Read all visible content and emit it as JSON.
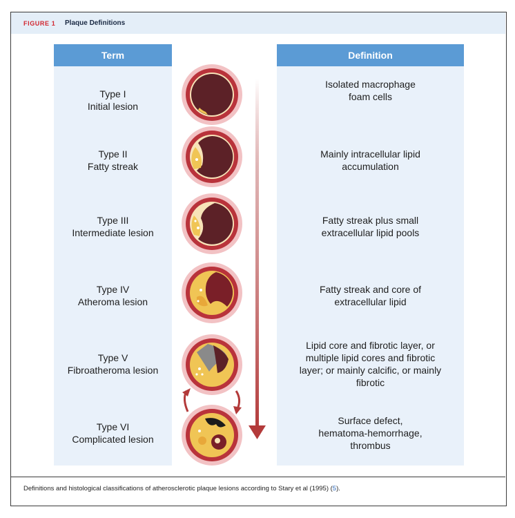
{
  "figure": {
    "label": "FIGURE 1",
    "title": "Plaque Definitions"
  },
  "columns": {
    "term_header": "Term",
    "definition_header": "Definition"
  },
  "rows": [
    {
      "term_line1": "Type I",
      "term_line2": "Initial lesion",
      "definition": [
        "Isolated macrophage",
        "foam cells"
      ]
    },
    {
      "term_line1": "Type II",
      "term_line2": "Fatty streak",
      "definition": [
        "Mainly intracellular lipid",
        "accumulation"
      ]
    },
    {
      "term_line1": "Type III",
      "term_line2": "Intermediate lesion",
      "definition": [
        "Fatty streak plus small",
        "extracellular lipid pools"
      ]
    },
    {
      "term_line1": "Type IV",
      "term_line2": "Atheroma lesion",
      "definition": [
        "Fatty streak and core of",
        "extracellular lipid"
      ]
    },
    {
      "term_line1": "Type V",
      "term_line2": "Fibroatheroma lesion",
      "definition": [
        "Lipid core and fibrotic layer, or",
        "multiple lipid cores and fibrotic",
        "layer; or mainly calcific, or mainly",
        "fibrotic"
      ]
    },
    {
      "term_line1": "Type VI",
      "term_line2": "Complicated lesion",
      "definition": [
        "Surface defect,",
        "hematoma-hemorrhage,",
        "thrombus"
      ]
    }
  ],
  "caption": {
    "text": "Definitions and histological classifications of atherosclerotic plaque lesions according to Stary et al (1995) (",
    "ref": "5",
    "end": ")."
  },
  "colors": {
    "header_blue": "#5b9bd5",
    "panel_blue": "#e9f1fa",
    "vessel_wall": "#b9333b",
    "lumen": "#5c2127",
    "lipid": "#f0c555",
    "arrow": "#b33a3a"
  }
}
